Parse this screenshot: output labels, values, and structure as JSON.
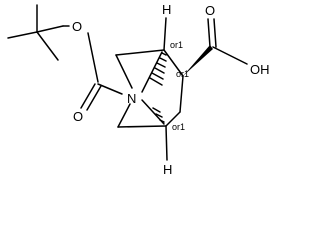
{
  "molecule": {
    "atoms": {
      "n_bridge": "N",
      "o_ester": "O",
      "o_carbonyl_boc": "O",
      "o_carbonyl_acid": "O",
      "oh_acid": "OH",
      "h_top": "H",
      "h_bottom": "H"
    },
    "stereo_labels": {
      "c1": "or1",
      "c2": "or1",
      "c5": "or1"
    }
  }
}
